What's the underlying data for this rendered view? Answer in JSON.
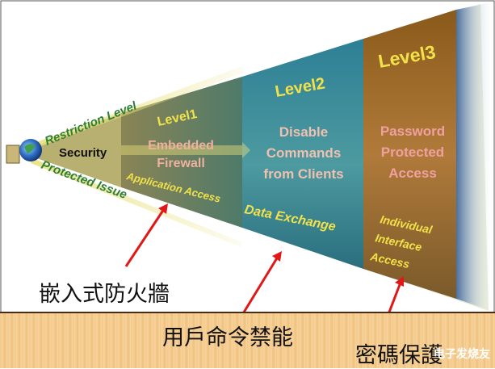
{
  "security_label": "Security",
  "axis_labels": {
    "restriction": "Restriction Level",
    "protected": "Protected Issue"
  },
  "levels": [
    {
      "title": "Level1",
      "desc": [
        "Embedded",
        "Firewall"
      ],
      "issue": "Application Access"
    },
    {
      "title": "Level2",
      "desc": [
        "Disable",
        "Commands",
        "from Clients"
      ],
      "issue": "Data Exchange"
    },
    {
      "title": "Level3",
      "desc": [
        "Password",
        "Protected",
        "Access"
      ],
      "issue": [
        "Individual",
        "Interface",
        "Access"
      ]
    }
  ],
  "annotations": {
    "level1_cn": "嵌入式防火牆",
    "level2_cn": "用戶命令禁能",
    "level3_cn": "密碼保護"
  },
  "watermark": "电子发烧友",
  "colors": {
    "band1": "#7a7a4a",
    "band2": "#3a8a9a",
    "band3": "#9a6a2a",
    "label_yellow": "#f2e24a",
    "arrow_red": "#e01818"
  }
}
